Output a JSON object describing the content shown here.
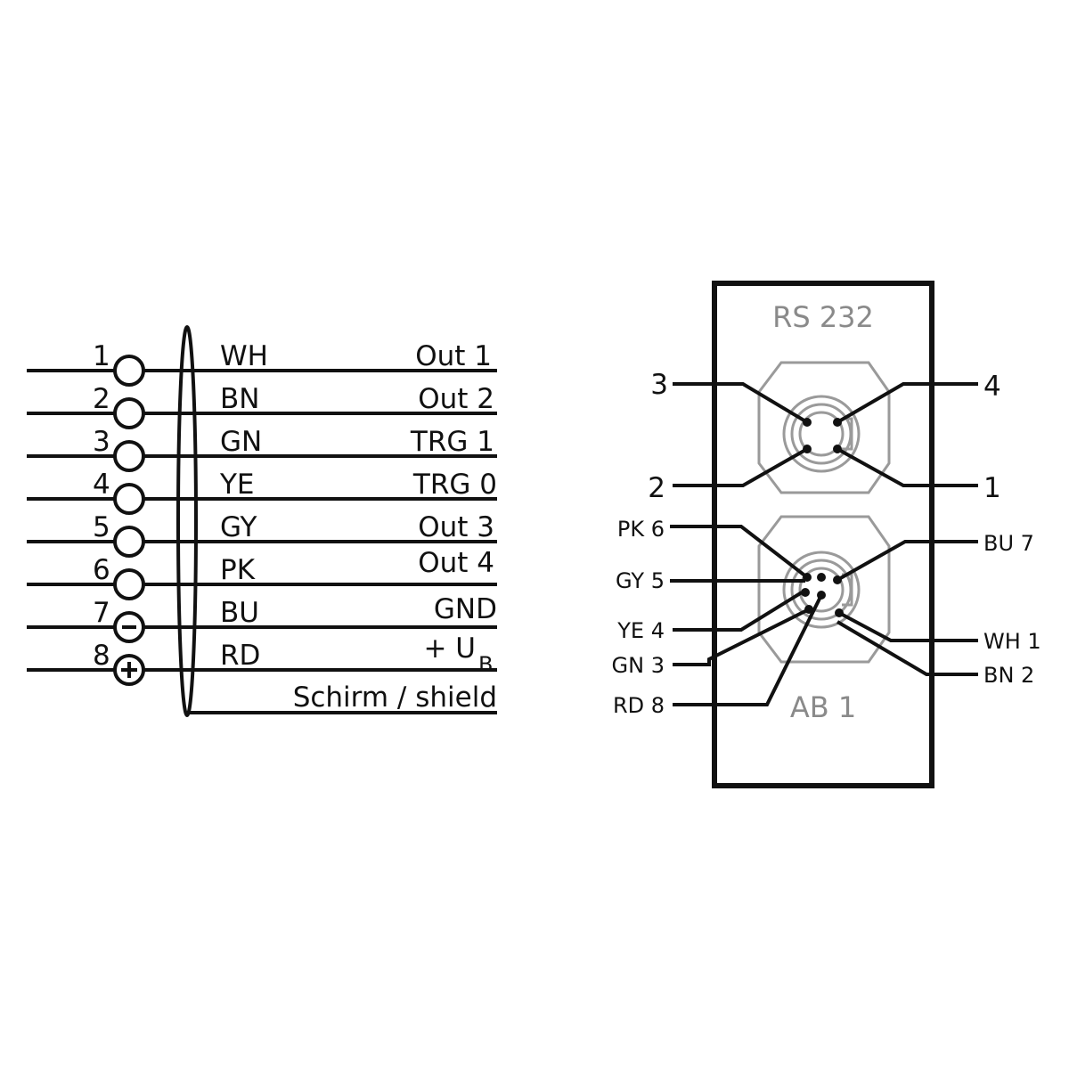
{
  "wiring": {
    "pins": [
      {
        "num": "1",
        "color": "WH",
        "signal": "Out 1",
        "symbol": "circle"
      },
      {
        "num": "2",
        "color": "BN",
        "signal": "Out 2",
        "symbol": "circle"
      },
      {
        "num": "3",
        "color": "GN",
        "signal": "TRG 1",
        "symbol": "circle"
      },
      {
        "num": "4",
        "color": "YE",
        "signal": "TRG 0",
        "symbol": "circle"
      },
      {
        "num": "5",
        "color": "GY",
        "signal": "Out 3",
        "symbol": "circle"
      },
      {
        "num": "6",
        "color": "PK",
        "signal": "Out 4",
        "symbol": "circle"
      },
      {
        "num": "7",
        "color": "BU",
        "signal": "GND",
        "symbol": "minus"
      },
      {
        "num": "8",
        "color": "RD",
        "signal": "+ U",
        "signal_sub": "B",
        "symbol": "plus"
      }
    ],
    "shield_label": "Schirm / shield"
  },
  "connector_panel": {
    "top_label": "RS 232",
    "bottom_label": "AB 1",
    "rs232_pins": [
      {
        "label": "3",
        "side": "left"
      },
      {
        "label": "4",
        "side": "right"
      },
      {
        "label": "2",
        "side": "left"
      },
      {
        "label": "1",
        "side": "right"
      }
    ],
    "ab1_pins": [
      {
        "label": "PK 6",
        "side": "left"
      },
      {
        "label": "BU 7",
        "side": "right"
      },
      {
        "label": "GY 5",
        "side": "left"
      },
      {
        "label": "YE 4",
        "side": "left"
      },
      {
        "label": "WH 1",
        "side": "right"
      },
      {
        "label": "GN 3",
        "side": "left"
      },
      {
        "label": "BN 2",
        "side": "right"
      },
      {
        "label": "RD 8",
        "side": "left"
      }
    ]
  }
}
